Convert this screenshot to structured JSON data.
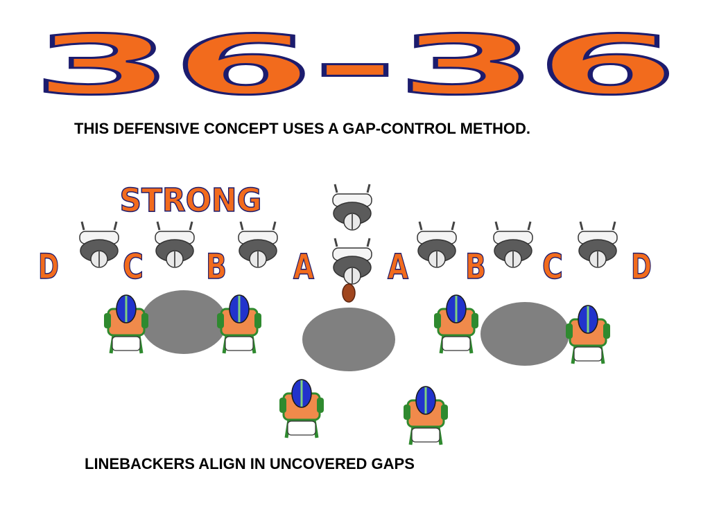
{
  "title": "36-36",
  "intro_text": "THIS DEFENSIVE CONCEPT USES A GAP-CONTROL METHOD.",
  "strong_label": "STRONG",
  "gap_labels": [
    "D",
    "C",
    "B",
    "A",
    "A",
    "B",
    "C",
    "D"
  ],
  "bottom_text": "LINEBACKERS ALIGN IN UNCOVERED GAPS",
  "colors": {
    "accent_orange": "#f26b1d",
    "outline_navy": "#1c1c6e",
    "offense_gray": "#5b5b5b",
    "defense_orange": "#f08a4b",
    "defense_green": "#2f8a2f",
    "helmet_blue": "#2233cc",
    "gap_ellipse": "#808080",
    "ball_brown": "#a0461e"
  }
}
